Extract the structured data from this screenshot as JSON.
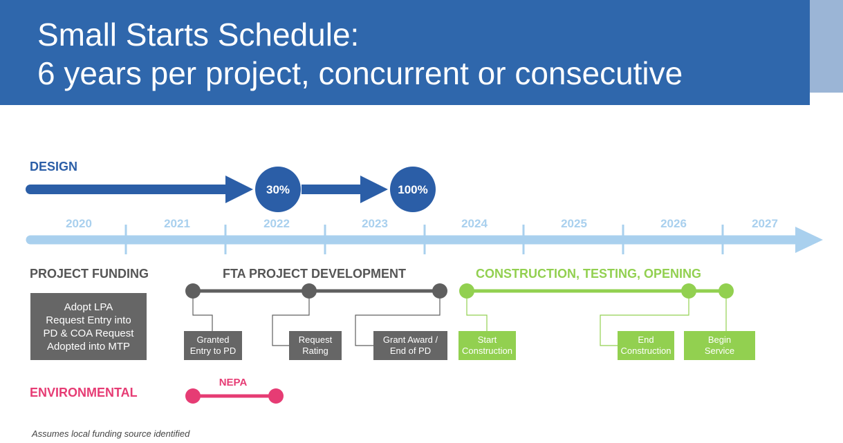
{
  "title": {
    "line1": "Small Starts Schedule:",
    "line2": "6 years per project, concurrent or consecutive"
  },
  "design": {
    "label": "DESIGN",
    "milestones": [
      "30%",
      "100%"
    ]
  },
  "timeline": {
    "years": [
      "2020",
      "2021",
      "2022",
      "2023",
      "2024",
      "2025",
      "2026",
      "2027"
    ]
  },
  "project_funding": {
    "label": "PROJECT FUNDING",
    "box": [
      "Adopt LPA",
      "Request Entry into",
      "PD & COA Request",
      "Adopted into MTP"
    ]
  },
  "fta": {
    "label": "FTA PROJECT DEVELOPMENT",
    "boxes": [
      {
        "line1": "Granted",
        "line2": "Entry to PD"
      },
      {
        "line1": "Request",
        "line2": "Rating"
      },
      {
        "line1": "Grant Award /",
        "line2": "End of PD"
      }
    ]
  },
  "construction": {
    "label": "CONSTRUCTION, TESTING, OPENING",
    "boxes": [
      {
        "line1": "Start",
        "line2": "Construction"
      },
      {
        "line1": "End",
        "line2": "Construction"
      },
      {
        "line1": "Begin",
        "line2": "Service"
      }
    ]
  },
  "environmental": {
    "label": "ENVIRONMENTAL",
    "nepa": "NEPA"
  },
  "footnote": "Assumes local funding source identified",
  "colors": {
    "banner": "#2f67ac",
    "design": "#2b5ea7",
    "timeline": "#a9d0ee",
    "fta": "#5f5f5f",
    "construction": "#92d050",
    "environmental": "#e63c74"
  }
}
